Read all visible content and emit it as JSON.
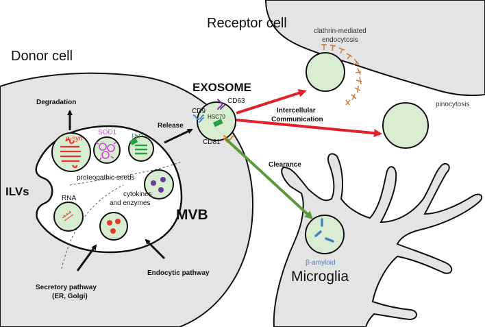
{
  "regions": {
    "receptor_cell": "Receptor cell",
    "donor_cell": "Donor cell",
    "microglia": "Microglia",
    "mvb": "MVB",
    "ilvs": "ILVs"
  },
  "exosome": {
    "title": "EXOSOME",
    "markers": {
      "cd63": "CD63",
      "cd9": "CD9",
      "hsc70": "HSC70",
      "cd81": "CD81"
    }
  },
  "processes": {
    "degradation": "Degradation",
    "release": "Release",
    "intercellular_line1": "Intercellular",
    "intercellular_line2": "Communication",
    "clearance": "Clearance",
    "clathrin_line1": "clathrin-mediated",
    "clathrin_line2": "endocytosis",
    "pinocytosis": "pinocytosis",
    "secretory_line1": "Secretory pathway",
    "secretory_line2": "(ER, Golgi)",
    "endocytic": "Endocytic pathway"
  },
  "cargo": {
    "alpha_syn": "α-syn",
    "sod1": "SOD1",
    "prp": "PrP",
    "proteopathic_seeds": "proteopathic seeds",
    "rna": "RNA",
    "cytokines_line1": "cytokines",
    "cytokines_line2": "and enzymes",
    "beta_amyloid": "β-amyloid"
  },
  "colors": {
    "cell_fill": "#e4e4e4",
    "vesicle_fill": "#d8ecd2",
    "red_arrow": "#e0202a",
    "green_arrow": "#5a9a3a",
    "alpha_syn": "#e8302c",
    "sod1": "#d040d8",
    "prp": "#2aa046",
    "cd63": "#7a3ca8",
    "cd9": "#4a86c8",
    "cd81": "#e07a28",
    "clathrin": "#c87a3a",
    "beta_amyloid": "#4a7ec0",
    "cytokine_dot": "#6a3c9a",
    "enzyme_dot": "#e03a2a"
  }
}
